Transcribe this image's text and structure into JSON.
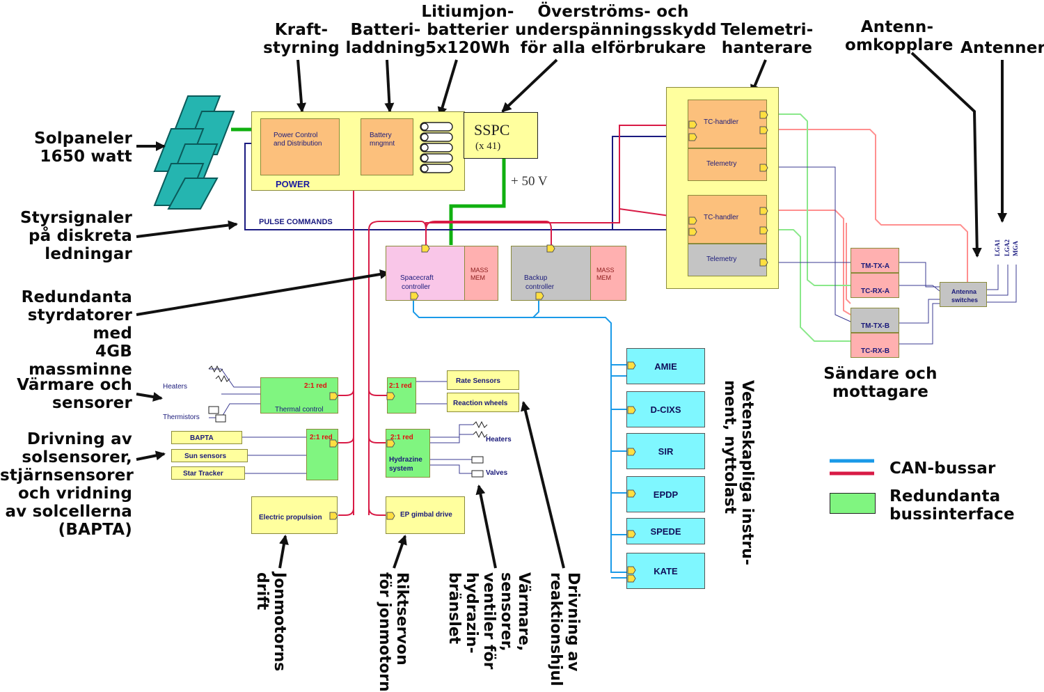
{
  "captions": {
    "kraft": [
      "Kraft-",
      "styrning"
    ],
    "batteri": [
      "Batteri-",
      "laddning"
    ],
    "litium": [
      "Litiumjon-",
      "batterier",
      "5x120Wh"
    ],
    "overstrom": [
      "Överströms- och",
      "underspänningsskydd",
      "för alla elförbrukare"
    ],
    "telemetri": [
      "Telemetri-",
      "hanterare"
    ],
    "antenn_omk": [
      "Antenn-",
      "omkopplare"
    ],
    "antenner": "Antenner",
    "solpaneler": [
      "Solpaneler",
      "1650 watt"
    ],
    "styrsignaler": [
      "Styrsignaler",
      "på diskreta",
      "ledningar"
    ],
    "redundanta": [
      "Redundanta",
      "styrdatorer med",
      "4GB massminne"
    ],
    "varmare": [
      "Värmare och",
      "sensorer"
    ],
    "drivning": [
      "Drivning av",
      "solsensorer,",
      "stjärnsensorer",
      "och vridning",
      "av solcellerna",
      "(BAPTA)"
    ],
    "sandare": [
      "Sändare och",
      "mottagare"
    ],
    "vetenskap": "Vetenskapliga instru-\nment, nyttolast",
    "jonmotorns": "Jonmotorns\ndrift",
    "riktservon": "Riktservon\nför jonmotorn",
    "varmare_ventiler": "Värmare,\nsensorer,\nventiler för\nhydrazin-\nbränslet",
    "drivning_reaktion": "Drivning av\nreaktionshjul"
  },
  "blocks": {
    "power": "POWER",
    "power_control": [
      "Power Control",
      "and Distribution"
    ],
    "battery": [
      "Battery",
      "mngmnt"
    ],
    "sspc": "SSPC",
    "sspc_count": "(x 41)",
    "plus50": "+ 50 V",
    "pulse_commands": "PULSE COMMANDS",
    "spacecraft_controller": [
      "Spacecraft",
      "controller"
    ],
    "backup_controller": [
      "Backup",
      "controller"
    ],
    "mass_mem": [
      "MASS",
      "MEM"
    ],
    "tc_handler": "TC-handler",
    "telemetry": "Telemetry",
    "tm_tx_a": "TM-TX-A",
    "tc_rx_a": "TC-RX-A",
    "tm_tx_b": "TM-TX-B",
    "tc_rx_b": "TC-RX-B",
    "antenna_switches": [
      "Antenna",
      "switches"
    ],
    "mga": "MGA",
    "lga2": "LGA2",
    "lga1": "LGA1",
    "red21": "2:1 red",
    "thermal_control": "Thermal control",
    "heaters": "Heaters",
    "thermistors": "Thermistors",
    "bapta": "BAPTA",
    "sun_sensors": "Sun sensors",
    "star_tracker": "Star Tracker",
    "rate_sensors": "Rate Sensors",
    "reaction_wheels": "Reaction wheels",
    "hydrazine": [
      "Hydrazine",
      "system"
    ],
    "valves": "Valves",
    "electric_propulsion": "Electric propulsion",
    "ep_gimbal": "EP gimbal drive"
  },
  "instruments": [
    "AMIE",
    "D-CIXS",
    "SIR",
    "EPDP",
    "SPEDE",
    "KATE"
  ],
  "legend": {
    "can_bus": "CAN-bussar",
    "redundant_if": [
      "Redundanta",
      "bussinterface"
    ]
  },
  "colors": {
    "block_yellow": "#ffff9e",
    "orange": "#fcc07c",
    "pink": "#f9c6e8",
    "salmon": "#ffb0b0",
    "grey": "#c4c4c4",
    "green_block": "#80f580",
    "cyan": "#7ff7ff",
    "can_blue": "#1a9ae8",
    "can_red": "#d81a45",
    "line_navy": "#1a1a80",
    "power_green": "#10b010"
  }
}
